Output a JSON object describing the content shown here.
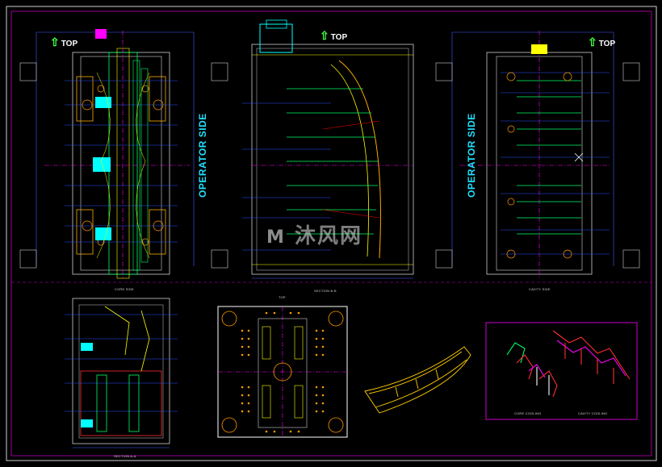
{
  "labels": {
    "top": "TOP",
    "operator_side": "OPERATOR SIDE",
    "core_side": "CORE SIDE",
    "cavity_side": "CAVITY SIDE",
    "section_bb": "SECTION B-B",
    "section_aa": "SECTION A-A",
    "top_small": "TOP",
    "core_cooling": "CORE COOLING",
    "cavity_cooling": "CAVITY COOLING"
  },
  "watermark": {
    "text": "沐风网"
  },
  "colors": {
    "background": "#000000",
    "frame": "#ffffff",
    "magenta": "#ff00ff",
    "cyan": "#00ffff",
    "green": "#00ff00",
    "yellow": "#ffff00",
    "blue": "#2040ff",
    "red": "#ff2020",
    "orange": "#ff9900"
  },
  "icons": {
    "top_arrow": "up-arrow-icon"
  }
}
